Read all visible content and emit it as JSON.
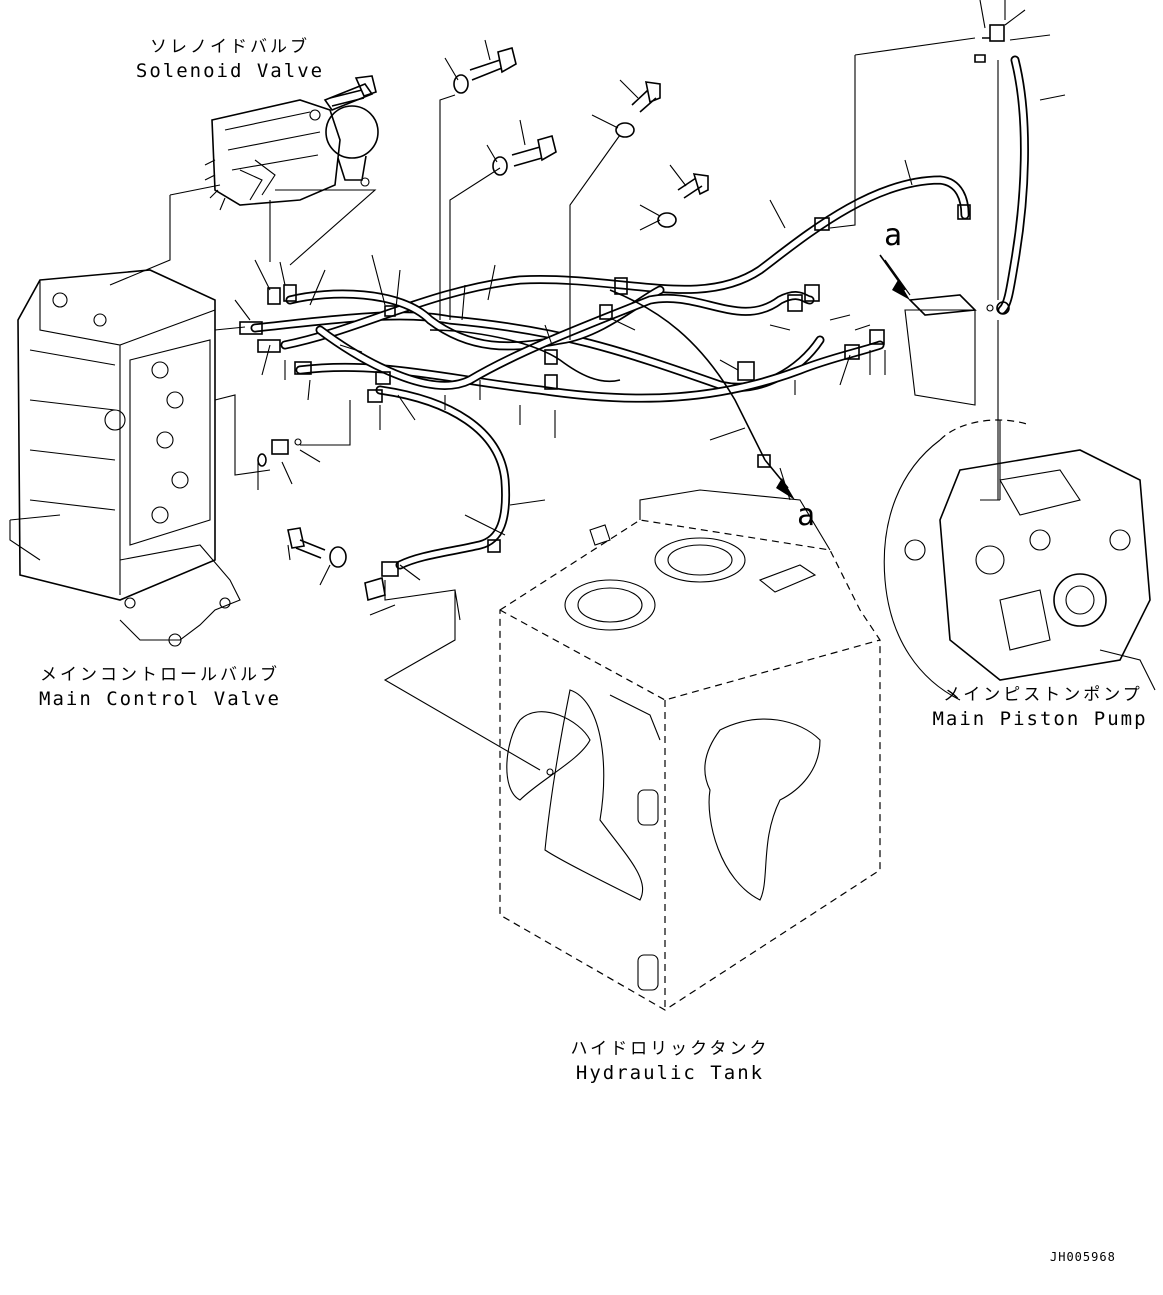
{
  "components": {
    "solenoid_valve": {
      "jp": "ソレノイドバルブ",
      "en": "Solenoid Valve"
    },
    "main_control_valve": {
      "jp": "メインコントロールバルブ",
      "en": "Main Control Valve"
    },
    "main_piston_pump": {
      "jp": "メインピストンポンプ",
      "en": "Main Piston Pump"
    },
    "hydraulic_tank": {
      "jp": "ハイドロリックタンク",
      "en": "Hydraulic Tank"
    }
  },
  "reference_marks": [
    "a",
    "a"
  ],
  "doc_id": "JH005968"
}
